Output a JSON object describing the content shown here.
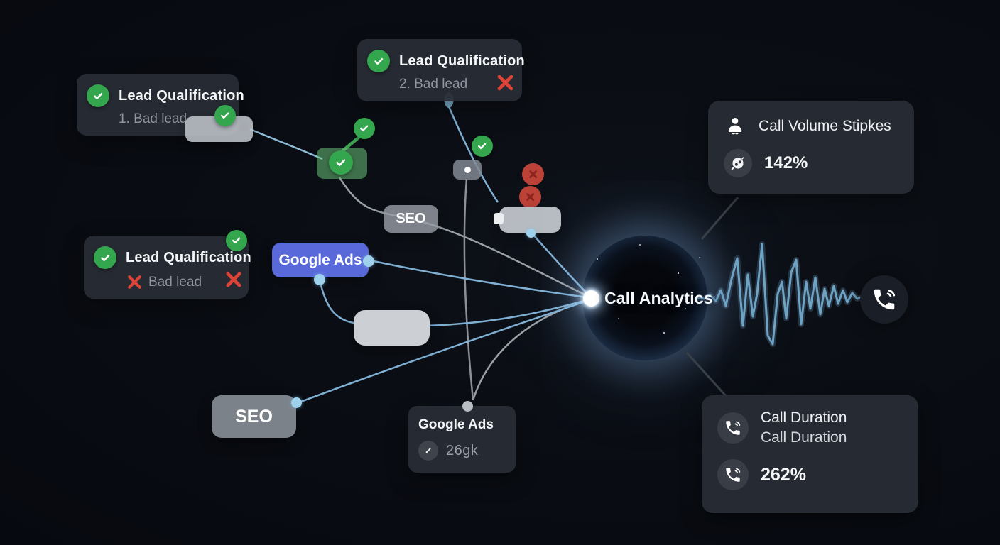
{
  "nodes": {
    "lq1": {
      "title": "Lead Qualification",
      "subtitle": "1. Bad lead"
    },
    "lq2": {
      "title": "Lead Qualification",
      "subtitle": "2. Bad lead"
    },
    "lq3": {
      "title": "Lead Qualification",
      "subtitle": "Bad lead"
    },
    "seo_top": {
      "label": "SEO"
    },
    "seo_bottom": {
      "label": "SEO"
    },
    "google_ads_button": {
      "label": "Google Ads"
    },
    "google_ads_card": {
      "title": "Google Ads",
      "value": "26gk"
    },
    "call_volume_card": {
      "title": "Call Volume Stipkes",
      "value": "142%"
    },
    "call_duration_card": {
      "title": "Call Duration",
      "subtitle": "Call Duration",
      "value": "262%"
    },
    "hub": {
      "label": "Call Analytics"
    }
  },
  "icons": {
    "success": "check-icon",
    "fail": "x-icon",
    "phone": "phone-icon",
    "person": "person-icon",
    "link": "link-icon",
    "dial": "dial-icon"
  },
  "colors": {
    "background": "#090c12",
    "card": "#2a2e35",
    "green": "#34a64d",
    "red": "#dd4337",
    "blue_button": "#5969d9",
    "line_blue": "#7fb0d4",
    "line_gray": "#9aa0a8",
    "line_dark": "#3a4048",
    "sphere_glow": "#a9cdec",
    "text_muted": "#8f96a0"
  }
}
